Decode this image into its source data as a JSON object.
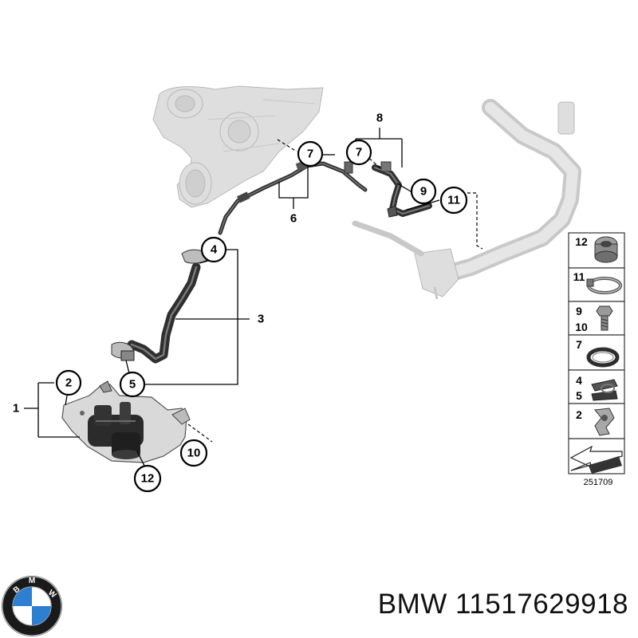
{
  "callouts": {
    "c1": "1",
    "c2": "2",
    "c3": "3",
    "c4": "4",
    "c5": "5",
    "c6": "6",
    "c7a": "7",
    "c7b": "7",
    "c8": "8",
    "c9": "9",
    "c10": "10",
    "c11": "11",
    "c12": "12"
  },
  "legend": {
    "row1": {
      "nums": [
        "12"
      ],
      "icon": "hose-connector-icon"
    },
    "row2": {
      "nums": [
        "11"
      ],
      "icon": "hose-clamp-icon"
    },
    "row3": {
      "nums": [
        "9",
        "10"
      ],
      "icon": "bolt-icon"
    },
    "row4": {
      "nums": [
        "7"
      ],
      "icon": "seal-ring-icon"
    },
    "row5": {
      "nums": [
        "4",
        "5"
      ],
      "icon": "clip-icon"
    },
    "row6": {
      "nums": [
        "2"
      ],
      "icon": "grommet-icon"
    },
    "row7": {
      "nums": [],
      "icon": "parts-arrow-icon"
    }
  },
  "diagram_code": "251709",
  "brand": {
    "logo_letters": "BMW",
    "colors": {
      "blue": "#2d7fd1",
      "black": "#1a1a1a",
      "silver": "#c0c0c0"
    }
  },
  "title": "BMW 11517629918"
}
